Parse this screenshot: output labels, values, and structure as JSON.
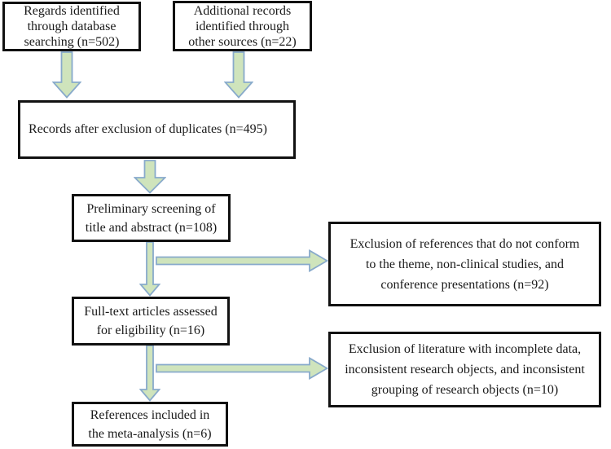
{
  "colors": {
    "arrow_fill": "#cfe4bc",
    "arrow_stroke": "#88aacb",
    "box_border": "#111111",
    "background": "#ffffff",
    "text": "#1a1a1a"
  },
  "nodes": {
    "database_search": {
      "text": "Regards identified\nthrough database\nsearching (n=502)"
    },
    "other_sources": {
      "text": "Additional records\nidentified through\nother sources (n=22)"
    },
    "after_duplicates": {
      "text": "Records after exclusion of duplicates (n=495)"
    },
    "preliminary_screening": {
      "text": "Preliminary screening of\ntitle and abstract (n=108)"
    },
    "screening_exclusion": {
      "text": "Exclusion of references that do not conform\nto the theme, non-clinical studies, and\nconference presentations (n=92)"
    },
    "fulltext_assessed": {
      "text": "Full-text articles assessed\nfor eligibility (n=16)"
    },
    "fulltext_exclusion": {
      "text": "Exclusion of literature with incomplete data,\ninconsistent research objects, and inconsistent\ngrouping of research objects (n=10)"
    },
    "included": {
      "text": "References included in\nthe meta-analysis (n=6)"
    }
  }
}
